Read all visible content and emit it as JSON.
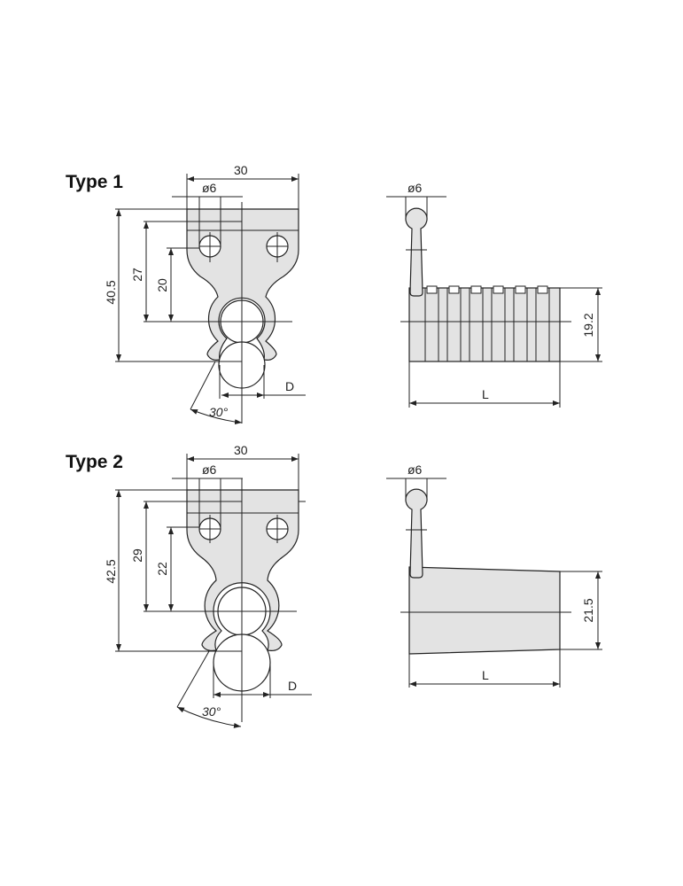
{
  "types": [
    {
      "title": "Type 1",
      "front": {
        "width": "30",
        "hole": "ø6",
        "height_total": "40.5",
        "height_mid": "27",
        "height_center": "20",
        "diameter": "D",
        "angle": "30°"
      },
      "side": {
        "pin": "ø6",
        "height": "19.2",
        "length": "L"
      }
    },
    {
      "title": "Type 2",
      "front": {
        "width": "30",
        "hole": "ø6",
        "height_total": "42.5",
        "height_mid": "29",
        "height_center": "22",
        "diameter": "D",
        "angle": "30°"
      },
      "side": {
        "pin": "ø6",
        "height": "21.5",
        "length": "L"
      }
    }
  ]
}
